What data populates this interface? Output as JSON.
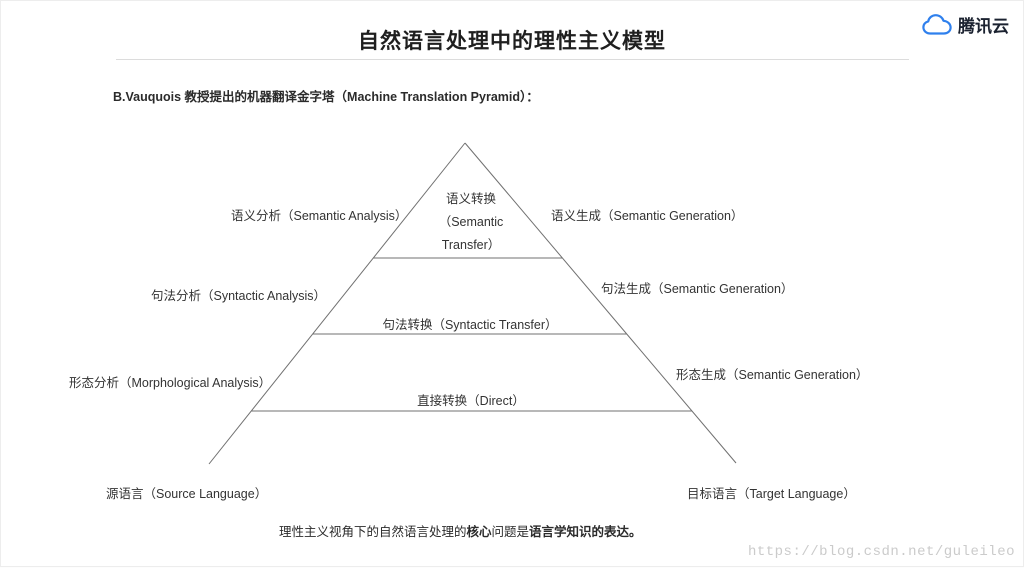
{
  "header": {
    "title": "自然语言处理中的理性主义模型",
    "logo_text": "腾讯云",
    "brand_color": "#2f80ed"
  },
  "intro": "B.Vauquois 教授提出的机器翻译金字塔（Machine Translation Pyramid）：",
  "pyramid": {
    "left_labels": [
      {
        "label": "语义分析（Semantic Analysis）"
      },
      {
        "label": "句法分析（Syntactic Analysis）"
      },
      {
        "label": "形态分析（Morphological Analysis）"
      },
      {
        "label": "源语言（Source Language）"
      }
    ],
    "right_labels": [
      {
        "label": "语义生成（Semantic Generation）"
      },
      {
        "label": "句法生成（Semantic Generation）"
      },
      {
        "label": "形态生成（Semantic Generation）"
      },
      {
        "label": "目标语言（Target Language）"
      }
    ],
    "center_labels": {
      "semantic_transfer": "语义转换\n（Semantic\nTransfer）",
      "syntactic_transfer": "句法转换（Syntactic Transfer）",
      "direct": "直接转换（Direct）"
    },
    "line_color": "#707070"
  },
  "footer": {
    "statement": [
      {
        "text": "理性主义视角下的自然语言处理的"
      },
      {
        "text": "核心"
      },
      {
        "text": "问题是"
      },
      {
        "text": "语言学知识的表达。"
      }
    ],
    "watermark": "https://blog.csdn.net/guleileo"
  }
}
